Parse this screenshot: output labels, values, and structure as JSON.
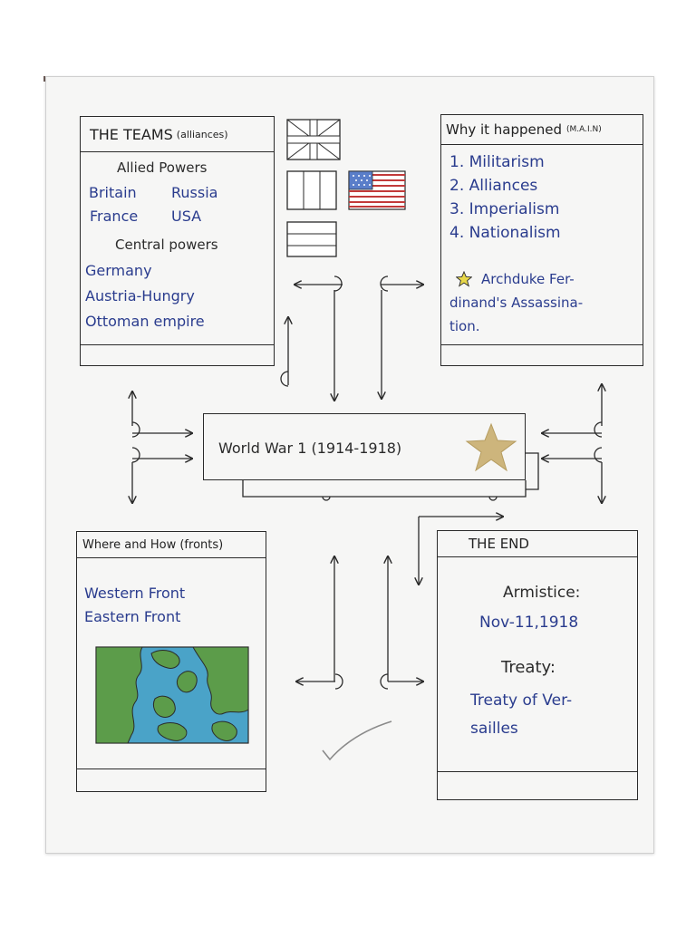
{
  "center": {
    "title": "World War 1 (1914-1918)"
  },
  "teams": {
    "heading": "THE TEAMS",
    "heading_note": "(alliances)",
    "allied_label": "Allied Powers",
    "allied": [
      "Britain",
      "Russia",
      "France",
      "USA"
    ],
    "central_label": "Central powers",
    "central": [
      "Germany",
      "Austria-Hungry",
      "Ottoman empire"
    ]
  },
  "why": {
    "heading": "Why it happened",
    "heading_note": "(M.A.I.N)",
    "causes": [
      "1. Militarism",
      "2. Alliances",
      "3. Imperialism",
      "4. Nationalism"
    ],
    "trigger_lines": [
      "Archduke Fer-",
      "dinand's Assassina-",
      "tion."
    ]
  },
  "fronts": {
    "heading": "Where and How (fronts)",
    "items": [
      "Western Front",
      "Eastern Front"
    ]
  },
  "end": {
    "heading": "THE END",
    "armistice_label": "Armistice:",
    "armistice_date": "Nov-11,1918",
    "treaty_label": "Treaty:",
    "treaty_lines": [
      "Treaty of Ver-",
      "sailles"
    ]
  },
  "colors": {
    "ink": "#2a2a2a",
    "blue_ink": "#2a3c8e",
    "star_gold": "#c9b27a",
    "map_green": "#5c9c4a",
    "map_blue": "#4aa3c8"
  },
  "icons": [
    "union-jack-flag-icon",
    "french-flag-icon",
    "usa-flag-icon",
    "russian-flag-icon",
    "gold-star-icon",
    "small-star-icon",
    "map-icon",
    "checkmark-icon"
  ]
}
